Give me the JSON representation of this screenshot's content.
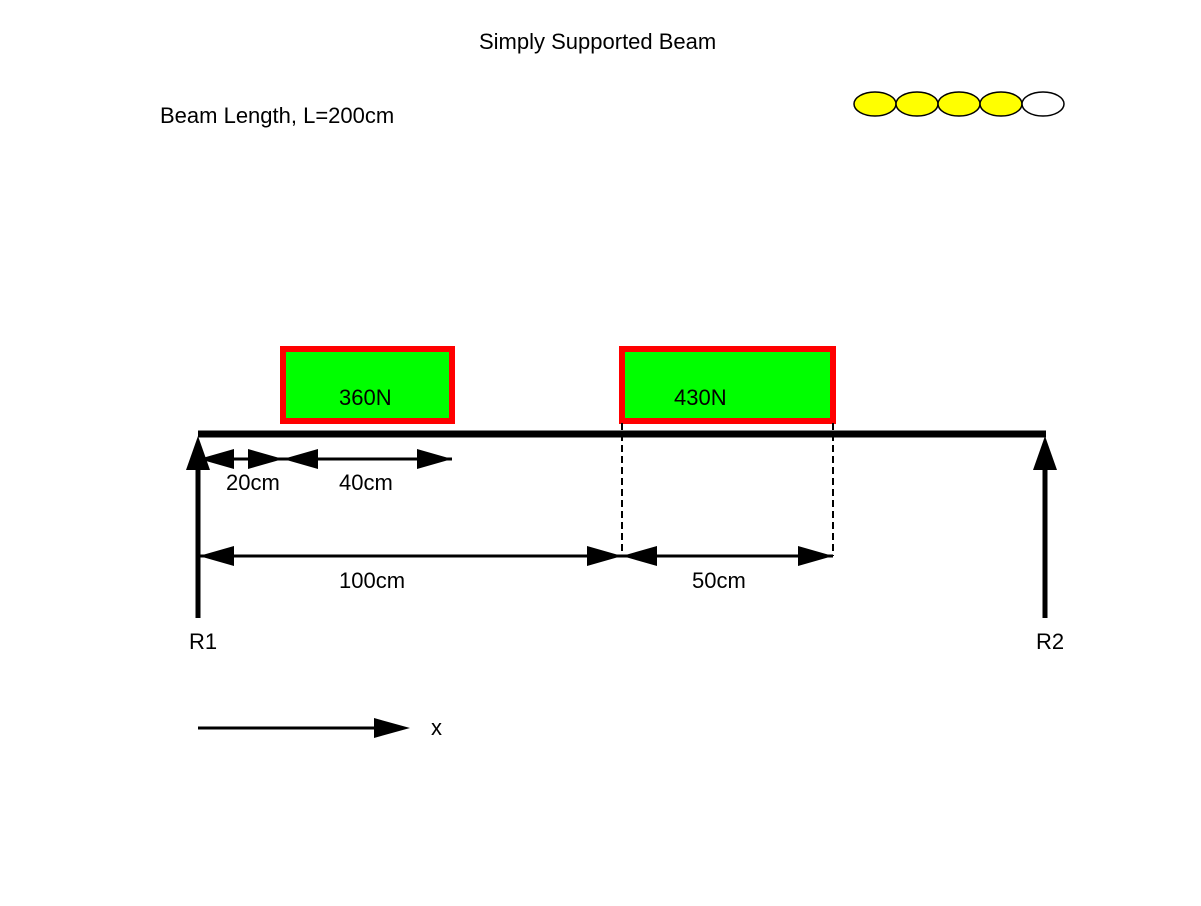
{
  "title": "Simply Supported Beam",
  "beam_length_label": "Beam Length, L=200cm",
  "progress": {
    "filled": 4,
    "total": 5,
    "fill_color": "#ffff00",
    "empty_color": "#ffffff"
  },
  "loads": [
    {
      "label": "360N",
      "fill_color": "#00ff00",
      "border_color": "#ff0000"
    },
    {
      "label": "430N",
      "fill_color": "#00ff00",
      "border_color": "#ff0000"
    }
  ],
  "dimensions": {
    "d1": "20cm",
    "d2": "40cm",
    "d3": "100cm",
    "d4": "50cm"
  },
  "supports": {
    "left": "R1",
    "right": "R2"
  },
  "axis_label": "x"
}
